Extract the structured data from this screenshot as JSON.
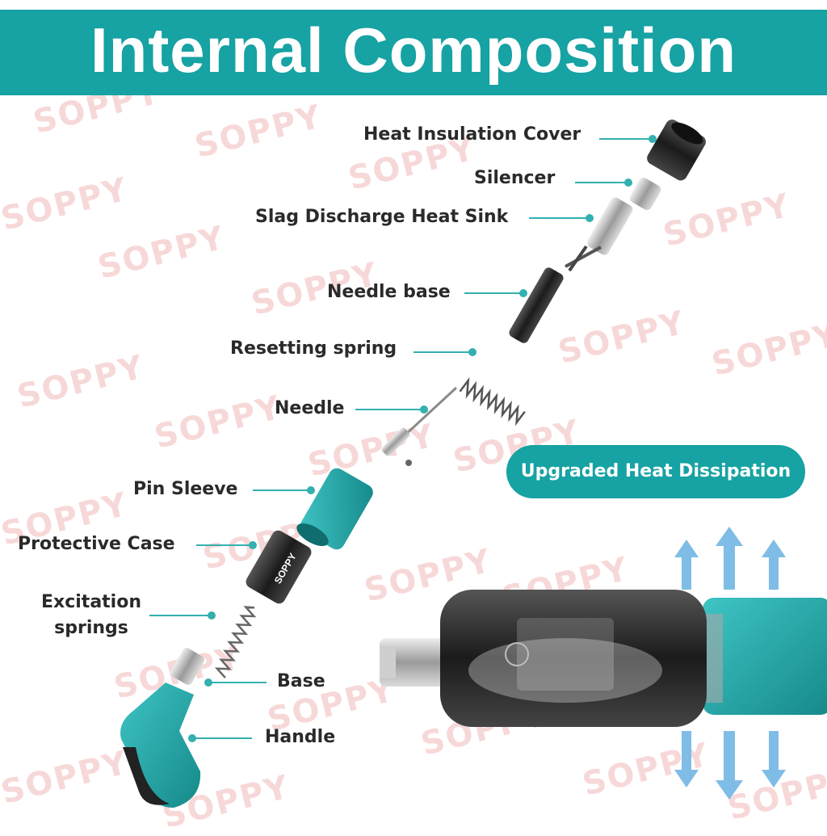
{
  "banner": {
    "title": "Internal Composition"
  },
  "watermark": {
    "text": "SOPPY",
    "case_brand": "SOPPY"
  },
  "labels": {
    "heat_insulation_cover": "Heat Insulation Cover",
    "silencer": "Silencer",
    "slag_discharge_heat_sink": "Slag Discharge Heat Sink",
    "needle_base": "Needle base",
    "resetting_spring": "Resetting spring",
    "needle": "Needle",
    "pin_sleeve": "Pin Sleeve",
    "protective_case": "Protective Case",
    "excitation_springs_line1": "Excitation",
    "excitation_springs_line2": "springs",
    "base": "Base",
    "handle": "Handle"
  },
  "badge": {
    "upgraded_heat_dissipation": "Upgraded Heat Dissipation"
  },
  "colors": {
    "accent": "#17a2a3",
    "heat_arrow": "#7fbde6",
    "body_dark": "#2c2c2c",
    "watermark": "#f7d8d8"
  }
}
